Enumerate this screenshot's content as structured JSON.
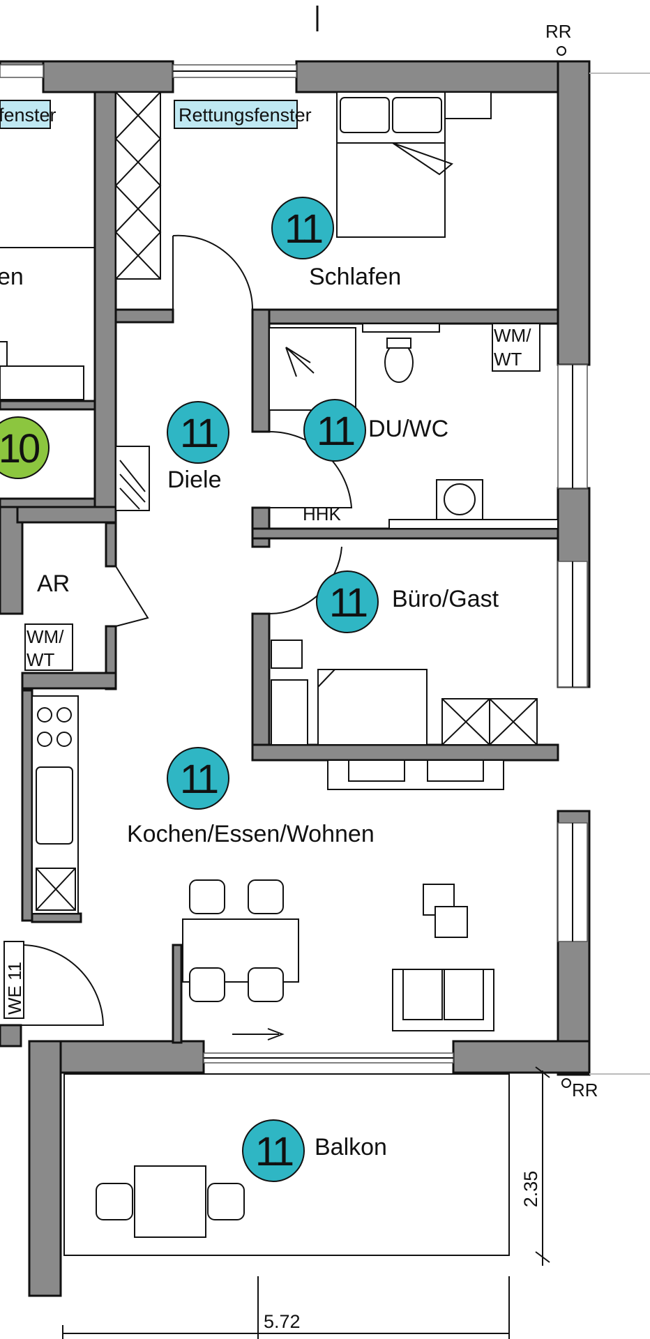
{
  "rooms": {
    "schlafen": "Schlafen",
    "du_wc": "DU/WC",
    "diele": "Diele",
    "buero_gast": "Büro/Gast",
    "kochen": "Kochen/Essen/Wohnen",
    "balkon": "Balkon",
    "ar": "AR",
    "partial_left": "en"
  },
  "units": {
    "main": "11",
    "neighbor": "10",
    "stair_label": "WE 11"
  },
  "labels": {
    "rettungsfenster": "Rettungsfenster",
    "rettungsfenster_partial": "fenster",
    "wm_wt_line1": "WM/",
    "wm_wt_line2": "WT",
    "hhk": "HHK",
    "rr_top": "RR",
    "rr_right": "RR"
  },
  "dimensions": {
    "balkon_depth": "2.35",
    "width": "5.72"
  },
  "colors": {
    "badge_main": "#2fb6c4",
    "badge_neighbor": "#8cc63f",
    "wall": "#8a8a8a",
    "tag_bg": "#bfe8f2"
  }
}
